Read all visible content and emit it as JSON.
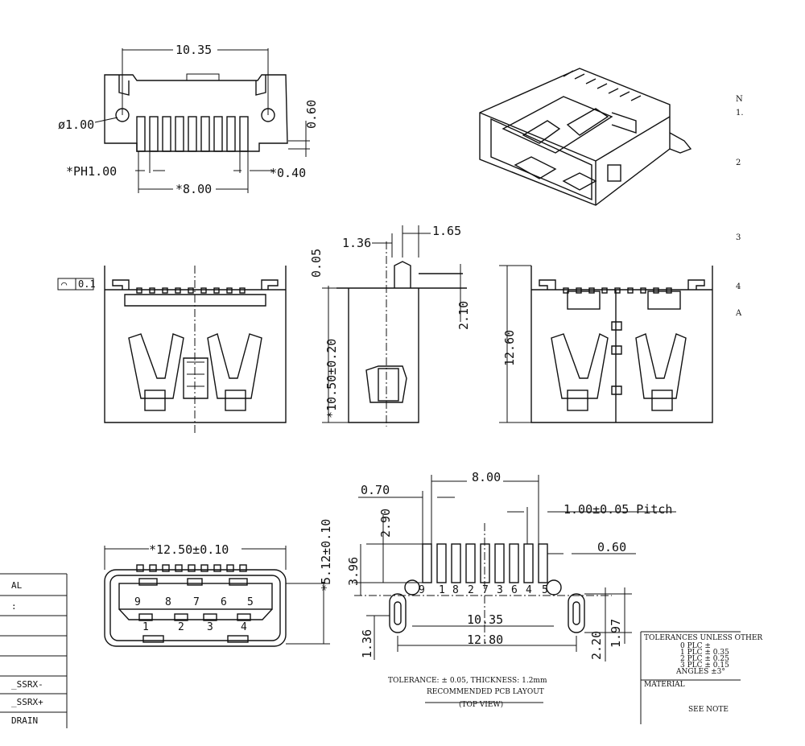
{
  "top_view": {
    "width_label": "10.35",
    "hole_label": "ø1.00",
    "offset_label": "0.60",
    "pitch_label": "*PH1.00",
    "pin_width_label": "*0.40",
    "span_label": "*8.00"
  },
  "front_view": {
    "flatness_symbol": "⌒",
    "flatness_value": "0.1"
  },
  "side_view": {
    "label_136": "1.36",
    "label_165": "1.65",
    "label_005": "0.05",
    "label_210": "2.10",
    "label_height": "*10.50±0.20"
  },
  "rear_view": {
    "height_label": "12.60"
  },
  "face_view": {
    "width_label": "*12.50±0.10",
    "height_label": "*5.12±0.10",
    "top_pins": [
      "9",
      "8",
      "7",
      "6",
      "5"
    ],
    "bottom_pins": [
      "1",
      "2",
      "3",
      "4"
    ]
  },
  "pcb_layout": {
    "span_label": "8.00",
    "label_070": "0.70",
    "pitch_label": "1.00±0.05 Pitch",
    "label_290": "2.90",
    "label_396": "3.96",
    "label_060": "0.60",
    "pin_order": [
      "9",
      "1",
      "8",
      "2",
      "7",
      "3",
      "6",
      "4",
      "5"
    ],
    "label_1035": "10.35",
    "label_1280": "12.80",
    "label_136": "1.36",
    "label_220": "2.20",
    "label_197": "1.97",
    "tolerance_note": "TOLERANCE: ± 0.05, THICKNESS: 1.2mm",
    "title": "RECOMMENDED PCB LAYOUT",
    "subtitle": "(TOP VIEW)"
  },
  "notes_margin": [
    "N",
    "1.",
    "2",
    "3",
    "4",
    "A"
  ],
  "pin_table": {
    "rows": [
      "AL",
      ":",
      "",
      "",
      "_SSRX-",
      "_SSRX+",
      "DRAIN"
    ]
  },
  "title_block": {
    "tolerance_header": "TOLERANCES UNLESS OTHER",
    "lines": [
      "0 PLC  ±",
      "1 PLC  ± 0.35",
      "2 PLC  ± 0.25",
      "3 PLC  ± 0.15",
      "ANGLES ±3°"
    ],
    "material_label": "MATERIAL",
    "material_value": "SEE NOTE"
  }
}
